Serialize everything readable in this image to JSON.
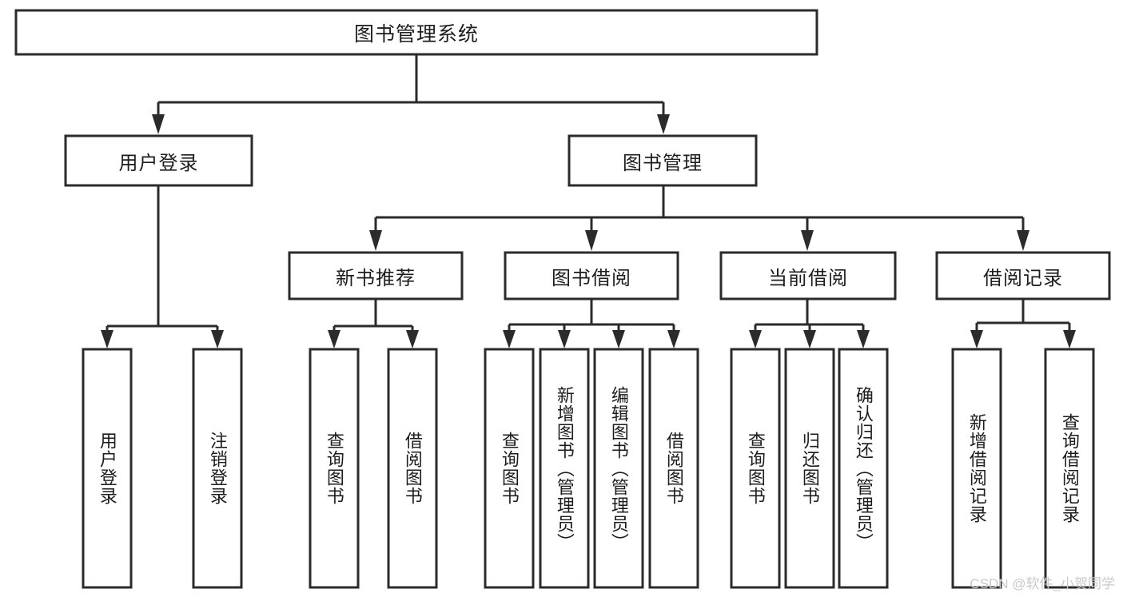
{
  "diagram": {
    "type": "tree-hierarchy",
    "title": "图书管理系统",
    "watermark": "CSDN @软件_小贺同学",
    "colors": {
      "box_stroke": "#2b2b2b",
      "box_fill": "#ffffff",
      "text": "#1d1d1d",
      "background": "#ffffff",
      "watermark": "#c9c9c9"
    },
    "levels": {
      "root": {
        "label": "图书管理系统"
      },
      "level2": [
        {
          "label": "用户登录"
        },
        {
          "label": "图书管理"
        }
      ],
      "level3": [
        {
          "label": "新书推荐"
        },
        {
          "label": "图书借阅"
        },
        {
          "label": "当前借阅"
        },
        {
          "label": "借阅记录"
        }
      ],
      "leaves": {
        "user_login": [
          {
            "label": "用户登录"
          },
          {
            "label": "注销登录"
          }
        ],
        "new_book_recommend": [
          {
            "label": "查询图书"
          },
          {
            "label": "借阅图书"
          }
        ],
        "book_borrow": [
          {
            "label": "查询图书"
          },
          {
            "label": "新增图书（管理员）"
          },
          {
            "label": "编辑图书（管理员）"
          },
          {
            "label": "借阅图书"
          }
        ],
        "current_borrow": [
          {
            "label": "查询图书"
          },
          {
            "label": "归还图书"
          },
          {
            "label": "确认归还（管理员）"
          }
        ],
        "borrow_record": [
          {
            "label": "新增借阅记录"
          },
          {
            "label": "查询借阅记录"
          }
        ]
      }
    }
  }
}
